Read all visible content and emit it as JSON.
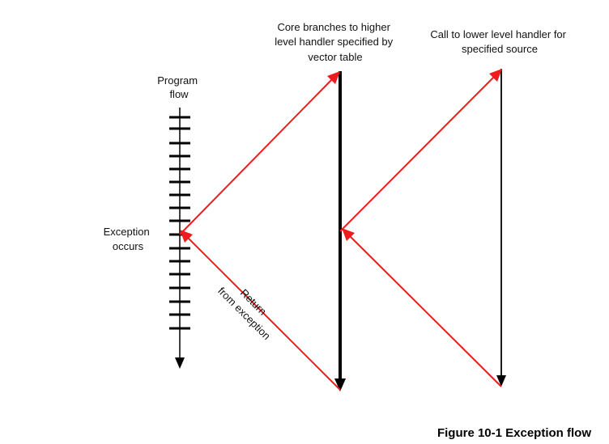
{
  "labels": {
    "program_flow": [
      "Program",
      "flow"
    ],
    "exception_occurs": [
      "Exception",
      "occurs"
    ],
    "core_branches": [
      "Core branches to higher",
      "level handler specified by",
      "vector table"
    ],
    "call_lower": [
      "Call to lower level handler for",
      "specified source"
    ],
    "return_from_exception": [
      "Return",
      "from exception"
    ]
  },
  "caption": "Figure 10-1 Exception flow",
  "colors": {
    "arrow_red": "#ee1c1c",
    "line_black": "#000000",
    "text": "#111111"
  }
}
